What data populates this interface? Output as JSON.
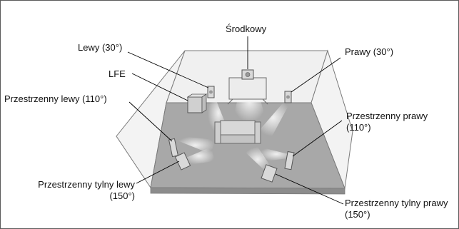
{
  "labels": {
    "center": "Środkowy",
    "left": "Lewy (30°)",
    "right": "Prawy (30°)",
    "lfe": "LFE",
    "surround_left": "Przestrzenny lewy (110°)",
    "surround_right_line1": "Przestrzenny prawy",
    "surround_right_line2": "(110°)",
    "rear_left_line1": "Przestrzenny tylny lewy",
    "rear_left_line2": "(150°)",
    "rear_right_line1": "Przestrzenny tylny prawy",
    "rear_right_line2": "(150°)"
  },
  "colors": {
    "floor": "#a8a8a8",
    "wall": "#f0f0f0",
    "wall_edge": "#7a7a7a",
    "beam": "#e6e6e6",
    "speaker": "#d9d9d9",
    "leader": "#000000"
  }
}
